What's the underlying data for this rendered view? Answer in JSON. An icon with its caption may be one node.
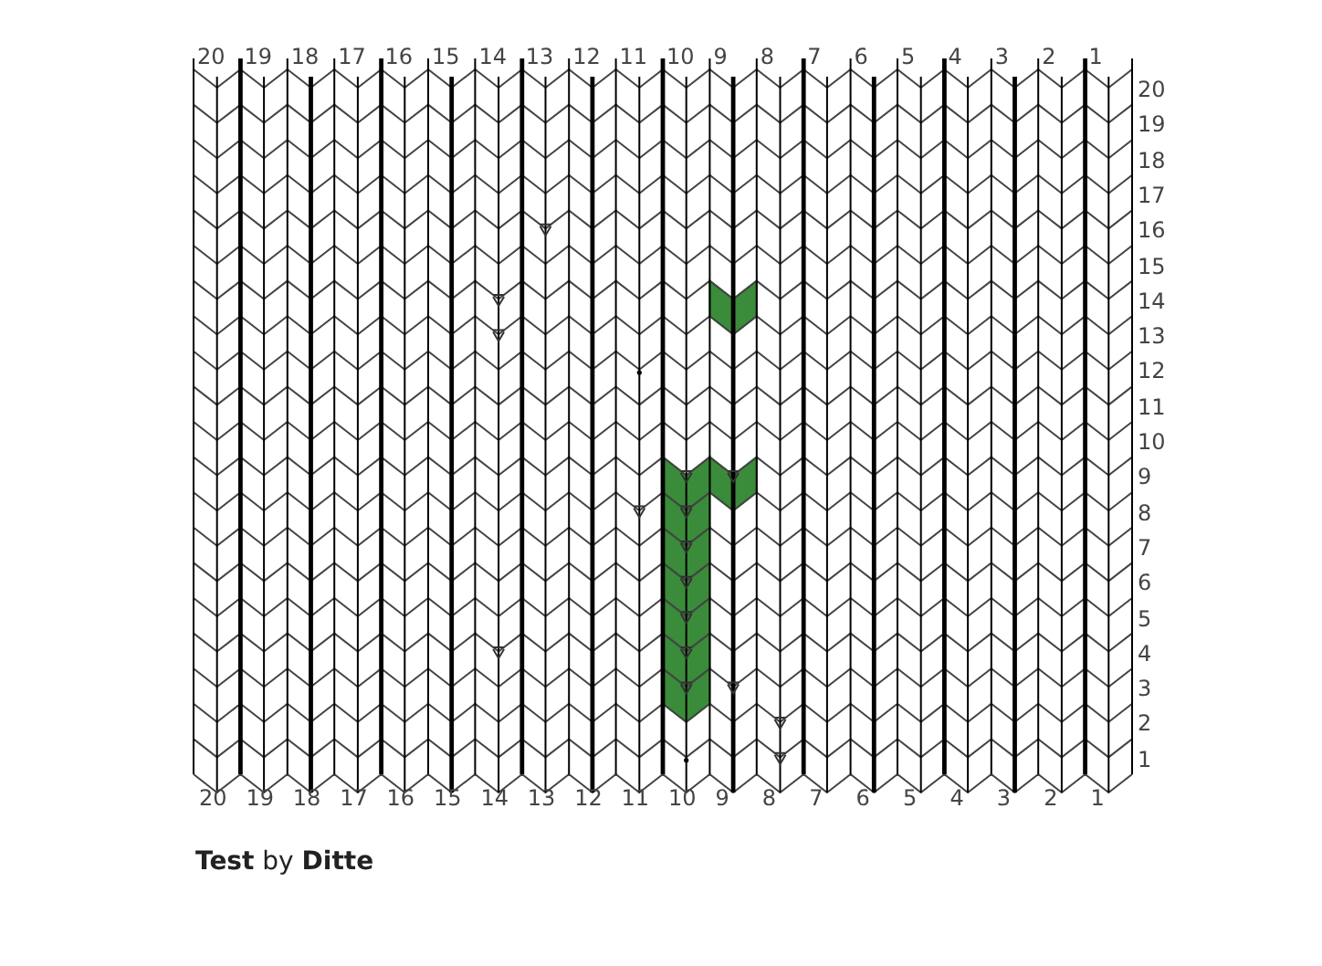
{
  "diagram": {
    "title": "**Test** by **Ditte**",
    "labels": [
      "20",
      "19",
      "18",
      "17",
      "16",
      "15",
      "14",
      "13",
      "12",
      "11",
      "10",
      "9",
      "8",
      "7",
      "6",
      "5",
      "4",
      "3",
      "2",
      "1",
      "20",
      "19",
      "18",
      "17",
      "16",
      "15",
      "14",
      "13",
      "12",
      "11",
      "10",
      "9",
      "8",
      "7",
      "6",
      "5",
      "4",
      "3",
      "2",
      "1",
      "20",
      "19",
      "18",
      "17",
      "16",
      "15",
      "14",
      "13",
      "12",
      "11",
      "10",
      "9",
      "8",
      "7",
      "6",
      "5",
      "4",
      "3",
      "2",
      "1"
    ]
  }
}
